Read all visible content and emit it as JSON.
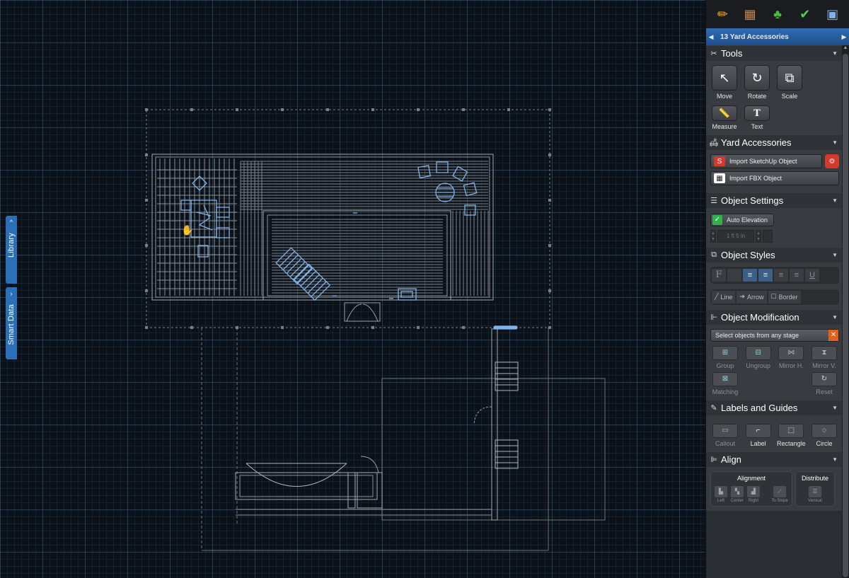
{
  "toolbar": {
    "icons": [
      "pencil-icon",
      "brick-wall-icon",
      "plant-icon",
      "checkmark-icon",
      "landscape-render-icon"
    ]
  },
  "stage": {
    "title": "13 Yard Accessories"
  },
  "side_tabs": {
    "library": "Library",
    "smart_data": "Smart Data"
  },
  "tools": {
    "heading": "Tools",
    "items": [
      {
        "label": "Move"
      },
      {
        "label": "Rotate"
      },
      {
        "label": "Scale"
      },
      {
        "label": "Measure"
      },
      {
        "label": "Text"
      }
    ]
  },
  "yard_accessories": {
    "heading": "Yard Accessories",
    "import_sketchup": "Import SketchUp Object",
    "import_fbx": "Import FBX Object"
  },
  "object_settings": {
    "heading": "Object Settings",
    "auto_elevation": "Auto Elevation",
    "elevation_value": "1 ft 5 in"
  },
  "object_styles": {
    "heading": "Object Styles",
    "font_glyph": "F",
    "line": "Line",
    "arrow": "Arrow",
    "border": "Border"
  },
  "object_modification": {
    "heading": "Object Modification",
    "select_placeholder": "Select objects from any stage",
    "items": [
      {
        "label": "Group"
      },
      {
        "label": "Ungroup"
      },
      {
        "label": "Mirror H."
      },
      {
        "label": "Mirror V."
      }
    ],
    "matching": "Matching",
    "reset": "Reset"
  },
  "labels_guides": {
    "heading": "Labels and Guides",
    "items": [
      {
        "label": "Callout"
      },
      {
        "label": "Label"
      },
      {
        "label": "Rectangle"
      },
      {
        "label": "Circle"
      }
    ]
  },
  "align": {
    "heading": "Align",
    "alignment_title": "Alignment",
    "distribute_title": "Distribute",
    "alignment_items": [
      "Left",
      "Center",
      "Right"
    ],
    "slope": "To Slope",
    "distribute_items": [
      "Vertical"
    ]
  },
  "colors": {
    "accent": "#2b6fb6",
    "panel_bg": "#2a2d32",
    "canvas_bg": "#0b1118",
    "plan_line": "#9a9ea4",
    "selected": "#7fb4e8",
    "check_green": "#2db34a",
    "close_orange": "#e2611b"
  }
}
